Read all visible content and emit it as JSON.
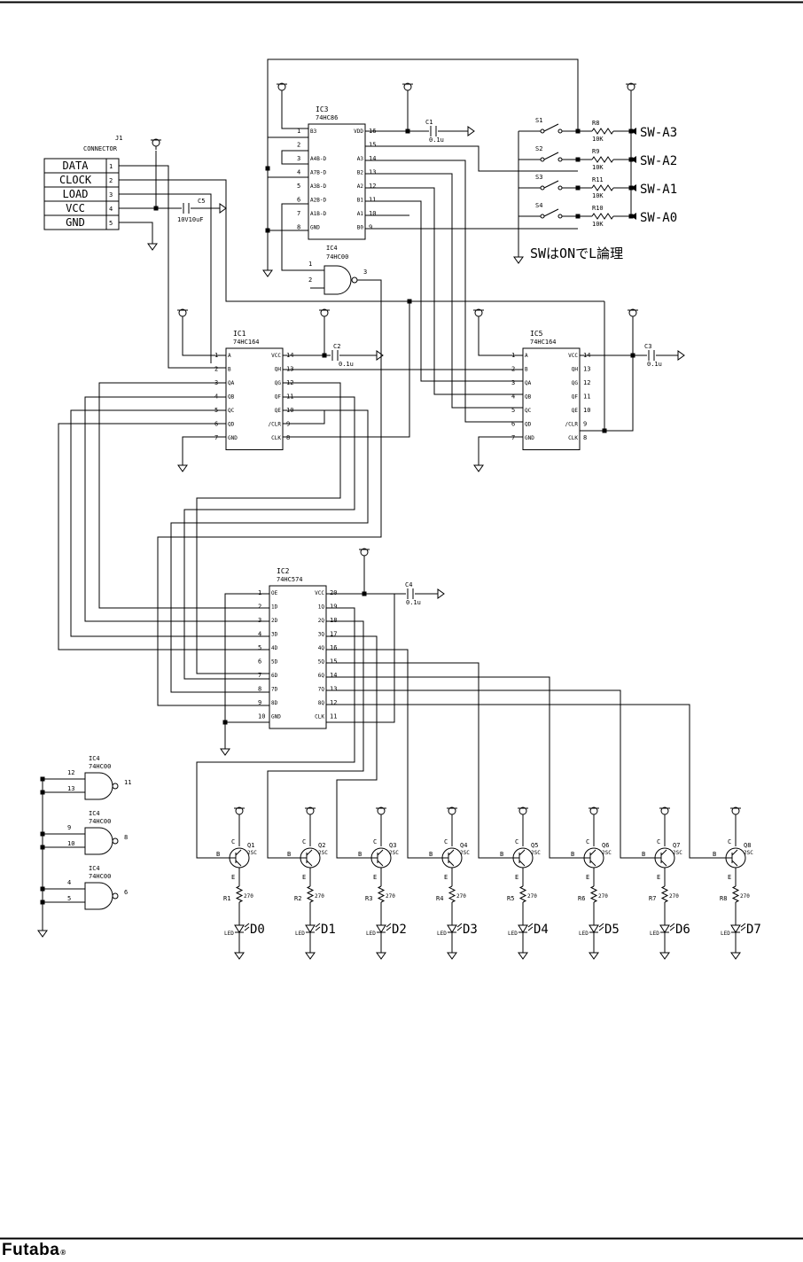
{
  "footer": {
    "brand": "Futaba",
    "registered_mark": "®"
  },
  "connector": {
    "ref": "J1",
    "name": "CONNECTOR",
    "pins": [
      {
        "label": "DATA",
        "num": "1"
      },
      {
        "label": "CLOCK",
        "num": "2"
      },
      {
        "label": "LOAD",
        "num": "3"
      },
      {
        "label": "VCC",
        "num": "4"
      },
      {
        "label": "GND",
        "num": "5"
      }
    ]
  },
  "protection_cap": {
    "ref": "C5",
    "value": "10V10uF"
  },
  "ic3": {
    "ref": "IC3",
    "part": "74HC86",
    "left_pins": [
      {
        "num": "1",
        "name": "B3"
      },
      {
        "num": "2",
        "name": ""
      },
      {
        "num": "3",
        "name": "A4B-D"
      },
      {
        "num": "4",
        "name": "A7B-D"
      },
      {
        "num": "5",
        "name": "A3B-D"
      },
      {
        "num": "6",
        "name": "A2B-D"
      },
      {
        "num": "7",
        "name": "A1B-D"
      },
      {
        "num": "8",
        "name": "GND"
      }
    ],
    "right_pins": [
      {
        "num": "16",
        "name": "VDD"
      },
      {
        "num": "15",
        "name": ""
      },
      {
        "num": "14",
        "name": "A3"
      },
      {
        "num": "13",
        "name": "B2"
      },
      {
        "num": "12",
        "name": "A2"
      },
      {
        "num": "11",
        "name": "B1"
      },
      {
        "num": "10",
        "name": "A1"
      },
      {
        "num": "9",
        "name": "B0"
      }
    ]
  },
  "c1": {
    "ref": "C1",
    "value": "0.1u"
  },
  "switches": [
    {
      "ref": "S1",
      "res_ref": "R8",
      "res_value": "10K",
      "label": "SW-A3"
    },
    {
      "ref": "S2",
      "res_ref": "R9",
      "res_value": "10K",
      "label": "SW-A2"
    },
    {
      "ref": "S3",
      "res_ref": "R11",
      "res_value": "10K",
      "label": "SW-A1"
    },
    {
      "ref": "S4",
      "res_ref": "R10",
      "res_value": "10K",
      "label": "SW-A0"
    }
  ],
  "switch_note": "SWはONでL論理",
  "ic4a": {
    "ref": "IC4",
    "part": "74HC00",
    "pin_a": "1",
    "pin_b": "2",
    "pin_out": "3"
  },
  "ic1": {
    "ref": "IC1",
    "part": "74HC164",
    "left_pins": [
      {
        "num": "1",
        "name": "A"
      },
      {
        "num": "2",
        "name": "B"
      },
      {
        "num": "3",
        "name": "QA"
      },
      {
        "num": "4",
        "name": "QB"
      },
      {
        "num": "5",
        "name": "QC"
      },
      {
        "num": "6",
        "name": "QD"
      },
      {
        "num": "7",
        "name": "GND"
      }
    ],
    "right_pins": [
      {
        "num": "14",
        "name": "VCC"
      },
      {
        "num": "13",
        "name": "QH"
      },
      {
        "num": "12",
        "name": "QG"
      },
      {
        "num": "11",
        "name": "QF"
      },
      {
        "num": "10",
        "name": "QE"
      },
      {
        "num": "9",
        "name": "/CLR"
      },
      {
        "num": "8",
        "name": "CLK"
      }
    ]
  },
  "c2": {
    "ref": "C2",
    "value": "0.1u"
  },
  "ic5": {
    "ref": "IC5",
    "part": "74HC164",
    "left_pins": [
      {
        "num": "1",
        "name": "A"
      },
      {
        "num": "2",
        "name": "B"
      },
      {
        "num": "3",
        "name": "QA"
      },
      {
        "num": "4",
        "name": "QB"
      },
      {
        "num": "5",
        "name": "QC"
      },
      {
        "num": "6",
        "name": "QD"
      },
      {
        "num": "7",
        "name": "GND"
      }
    ],
    "right_pins": [
      {
        "num": "14",
        "name": "VCC"
      },
      {
        "num": "13",
        "name": "QH"
      },
      {
        "num": "12",
        "name": "QG"
      },
      {
        "num": "11",
        "name": "QF"
      },
      {
        "num": "10",
        "name": "QE"
      },
      {
        "num": "9",
        "name": "/CLR"
      },
      {
        "num": "8",
        "name": "CLK"
      }
    ]
  },
  "c3": {
    "ref": "C3",
    "value": "0.1u"
  },
  "ic2": {
    "ref": "IC2",
    "part": "74HC574",
    "left_pins": [
      {
        "num": "1",
        "name": "OE"
      },
      {
        "num": "2",
        "name": "1D"
      },
      {
        "num": "3",
        "name": "2D"
      },
      {
        "num": "4",
        "name": "3D"
      },
      {
        "num": "5",
        "name": "4D"
      },
      {
        "num": "6",
        "name": "5D"
      },
      {
        "num": "7",
        "name": "6D"
      },
      {
        "num": "8",
        "name": "7D"
      },
      {
        "num": "9",
        "name": "8D"
      },
      {
        "num": "10",
        "name": "GND"
      }
    ],
    "right_pins": [
      {
        "num": "20",
        "name": "VCC"
      },
      {
        "num": "19",
        "name": "1Q"
      },
      {
        "num": "18",
        "name": "2Q"
      },
      {
        "num": "17",
        "name": "3Q"
      },
      {
        "num": "16",
        "name": "4Q"
      },
      {
        "num": "15",
        "name": "5Q"
      },
      {
        "num": "14",
        "name": "6Q"
      },
      {
        "num": "13",
        "name": "7Q"
      },
      {
        "num": "12",
        "name": "8Q"
      },
      {
        "num": "11",
        "name": "CLK"
      }
    ]
  },
  "c4": {
    "ref": "C4",
    "value": "0.1u"
  },
  "unused_gates": [
    {
      "ref": "IC4",
      "part": "74HC00",
      "in_a": "12",
      "in_b": "13",
      "out": "11"
    },
    {
      "ref": "IC4",
      "part": "74HC00",
      "in_a": "9",
      "in_b": "10",
      "out": "8"
    },
    {
      "ref": "IC4",
      "part": "74HC00",
      "in_a": "4",
      "in_b": "5",
      "out": "6"
    }
  ],
  "drivers": [
    {
      "q": "Q1",
      "q_part": "2SC",
      "r": "R1",
      "r_value": "270",
      "led": "LED",
      "label": "D0"
    },
    {
      "q": "Q2",
      "q_part": "2SC",
      "r": "R2",
      "r_value": "270",
      "led": "LED",
      "label": "D1"
    },
    {
      "q": "Q3",
      "q_part": "2SC",
      "r": "R3",
      "r_value": "270",
      "led": "LED",
      "label": "D2"
    },
    {
      "q": "Q4",
      "q_part": "2SC",
      "r": "R4",
      "r_value": "270",
      "led": "LED",
      "label": "D3"
    },
    {
      "q": "Q5",
      "q_part": "2SC",
      "r": "R5",
      "r_value": "270",
      "led": "LED",
      "label": "D4"
    },
    {
      "q": "Q6",
      "q_part": "2SC",
      "r": "R6",
      "r_value": "270",
      "led": "LED",
      "label": "D5"
    },
    {
      "q": "Q7",
      "q_part": "2SC",
      "r": "R7",
      "r_value": "270",
      "led": "LED",
      "label": "D6"
    },
    {
      "q": "Q8",
      "q_part": "2SC",
      "r": "R8",
      "r_value": "270",
      "led": "LED",
      "label": "D7"
    }
  ],
  "transistor_pins": {
    "collector": "C",
    "base": "B",
    "emitter": "E"
  }
}
